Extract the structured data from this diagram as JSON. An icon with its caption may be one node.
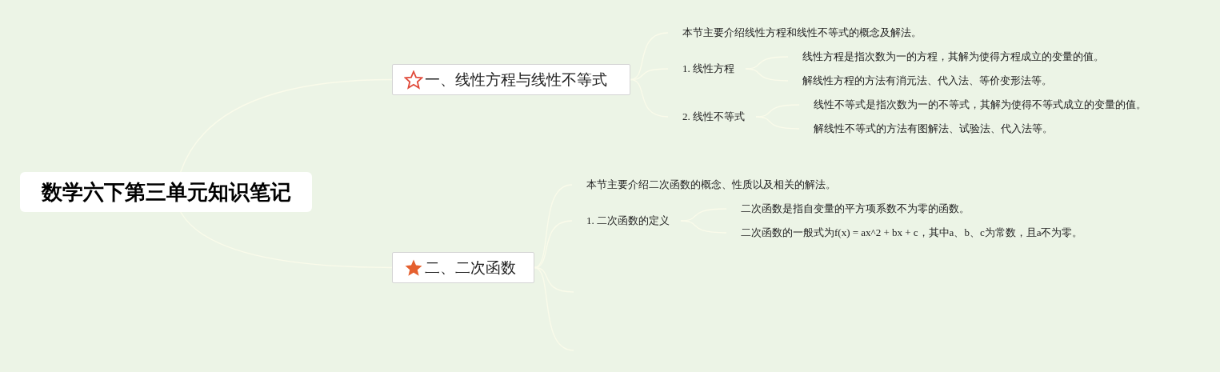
{
  "diagram": {
    "nodes": [
      {
        "text": [
          "数学六下第三单元知识笔记"
        ]
      },
      {
        "text": [
          "一、线性方程与线性不等式"
        ]
      },
      {
        "text": [
          "本节主要介绍线性方程和线性不等式的概念及解法。"
        ]
      },
      {
        "text": [
          "1. 线性方程"
        ]
      },
      {
        "text": [
          "线性方程是指次数为一的方程，其解为使得方程成立的变量的值。"
        ]
      },
      {
        "text": [
          "解线性方程的方法有消元法、代入法、等价变形法等。"
        ]
      },
      {
        "text": [
          "2. 线性不等式"
        ]
      },
      {
        "text": [
          "线性不等式是指次数为一的不等式，其解为使得不等式成立的变量的值。"
        ]
      },
      {
        "text": [
          "解线性不等式的方法有图解法、试验法、代入法等。"
        ]
      },
      {
        "text": [
          "二、二次函数"
        ]
      },
      {
        "text": [
          "本节主要介绍二次函数的概念、性质以及相关的解法。"
        ]
      },
      {
        "text": [
          "1. 二次函数的定义"
        ]
      },
      {
        "text": [
          "二次函数是指自变量的平方项系数不为零的函数。"
        ]
      },
      {
        "text": [
          "二次函数的一般式为f(x) = ax^2 + bx + c，其中a、b、c为常数，且a不为零。"
        ]
      }
    ],
    "edges": [
      {
        "from": 0,
        "to": 1,
        "arrow": "none"
      },
      {
        "from": 0,
        "to": 9,
        "arrow": "none"
      },
      {
        "from": 1,
        "to": 2,
        "arrow": "none"
      },
      {
        "from": 1,
        "to": 3,
        "arrow": "none"
      },
      {
        "from": 1,
        "to": 6,
        "arrow": "none"
      },
      {
        "from": 3,
        "to": 4,
        "arrow": "none"
      },
      {
        "from": 3,
        "to": 5,
        "arrow": "none"
      },
      {
        "from": 6,
        "to": 7,
        "arrow": "none"
      },
      {
        "from": 6,
        "to": 8,
        "arrow": "none"
      },
      {
        "from": 9,
        "to": 10,
        "arrow": "none"
      },
      {
        "from": 9,
        "to": 11,
        "arrow": "none"
      },
      {
        "from": 11,
        "to": 12,
        "arrow": "none"
      },
      {
        "from": 11,
        "to": 13,
        "arrow": "none"
      },
      {
        "from": 9,
        "to": null,
        "arrow": "none"
      },
      {
        "from": 9,
        "to": null,
        "arrow": "none"
      }
    ]
  }
}
